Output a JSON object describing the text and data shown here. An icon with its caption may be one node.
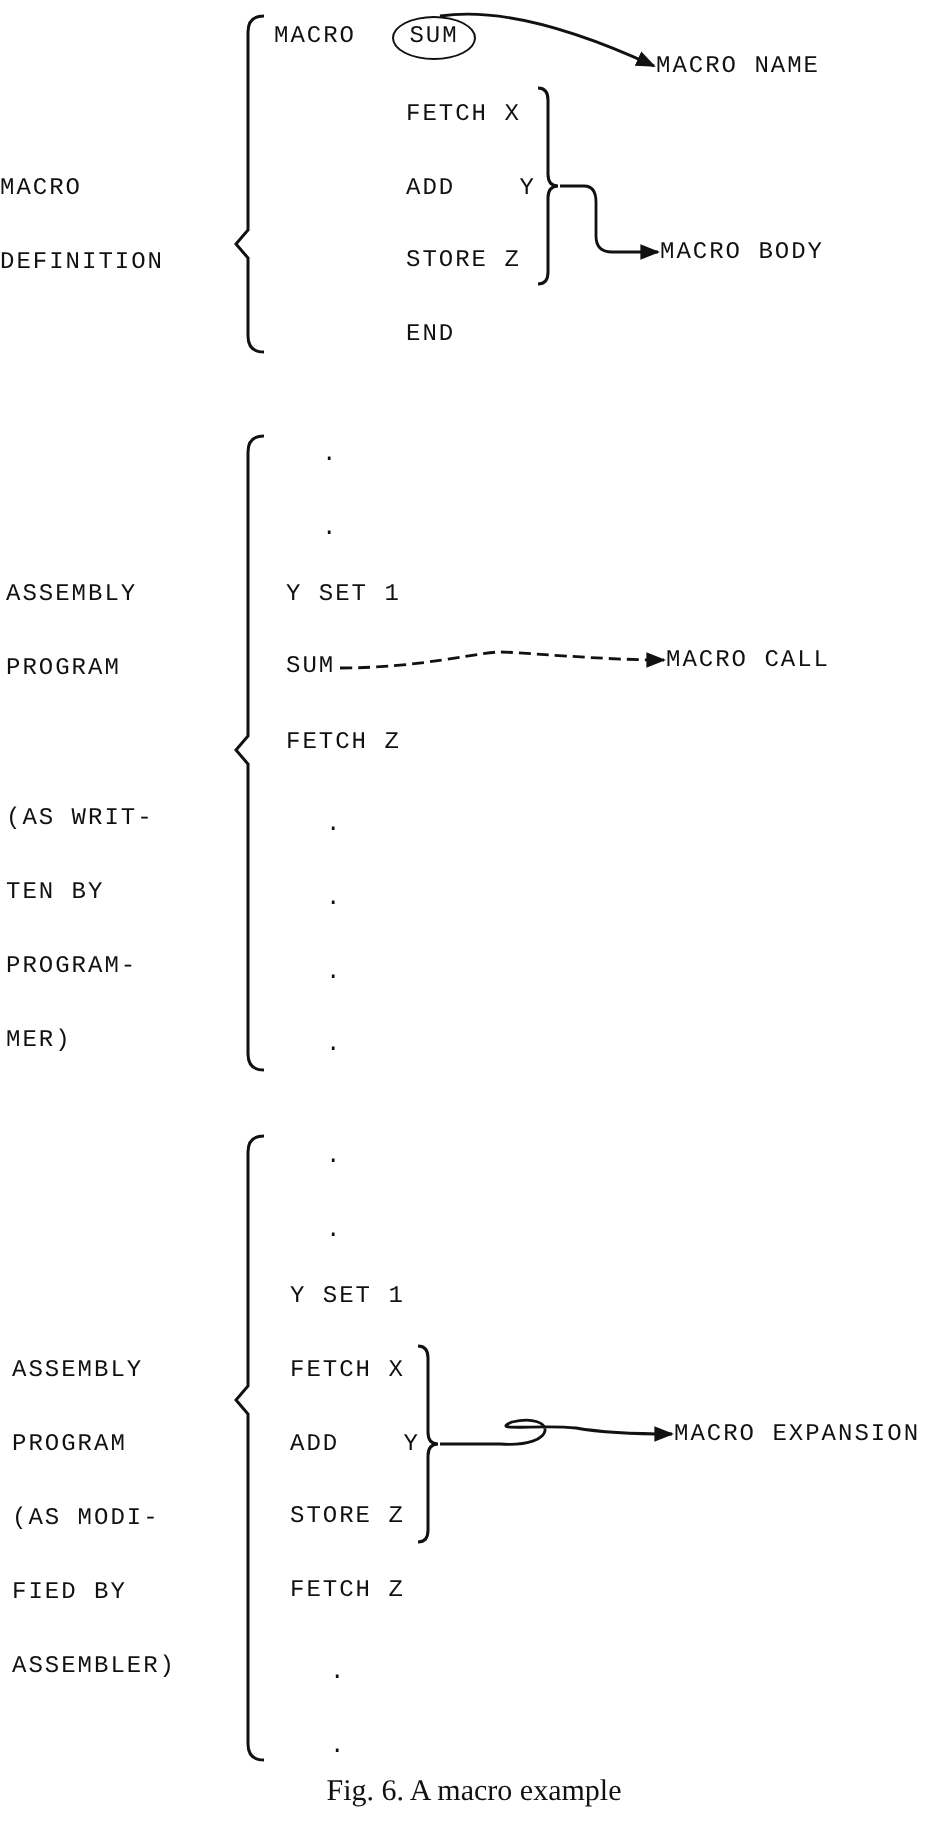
{
  "diagram": {
    "caption": "Fig. 6. A macro example",
    "nodes": [
      {
        "text": [
          "SUM"
        ]
      },
      {
        "text": [
          "MACRO NAME"
        ]
      },
      {
        "text": [],
        "shape": "bracket"
      },
      {
        "text": [
          "MACRO BODY"
        ]
      },
      {
        "text": [
          "SUM"
        ]
      },
      {
        "text": [
          "MACRO CALL"
        ]
      },
      {
        "text": [],
        "shape": "bracket"
      },
      {
        "text": [
          "MACRO EXPANSION"
        ]
      }
    ],
    "edges": [
      {
        "from": 0,
        "to": 1,
        "arrow": "to"
      },
      {
        "from": 2,
        "to": 3,
        "arrow": "to"
      },
      {
        "from": 4,
        "to": 5,
        "arrow": "to",
        "style": "dashed"
      },
      {
        "from": 6,
        "to": 7,
        "arrow": "to"
      }
    ],
    "labels": [
      "MACRO DEFINITION",
      "MACRO",
      "FETCH X",
      "ADD Y",
      "STORE Z",
      "END",
      "ASSEMBLY PROGRAM",
      ".",
      ".",
      "Y SET 1",
      "FETCH Z",
      "(AS WRIT- TEN BY PROGRAM- MER)",
      ".",
      ".",
      ".",
      ".",
      "ASSEMBLY PROGRAM (AS MODI- FIED BY ASSEMBLER)",
      ".",
      ".",
      "Y SET 1",
      "FETCH X",
      "ADD Y",
      "STORE Z",
      "FETCH Z",
      ".",
      "."
    ]
  }
}
